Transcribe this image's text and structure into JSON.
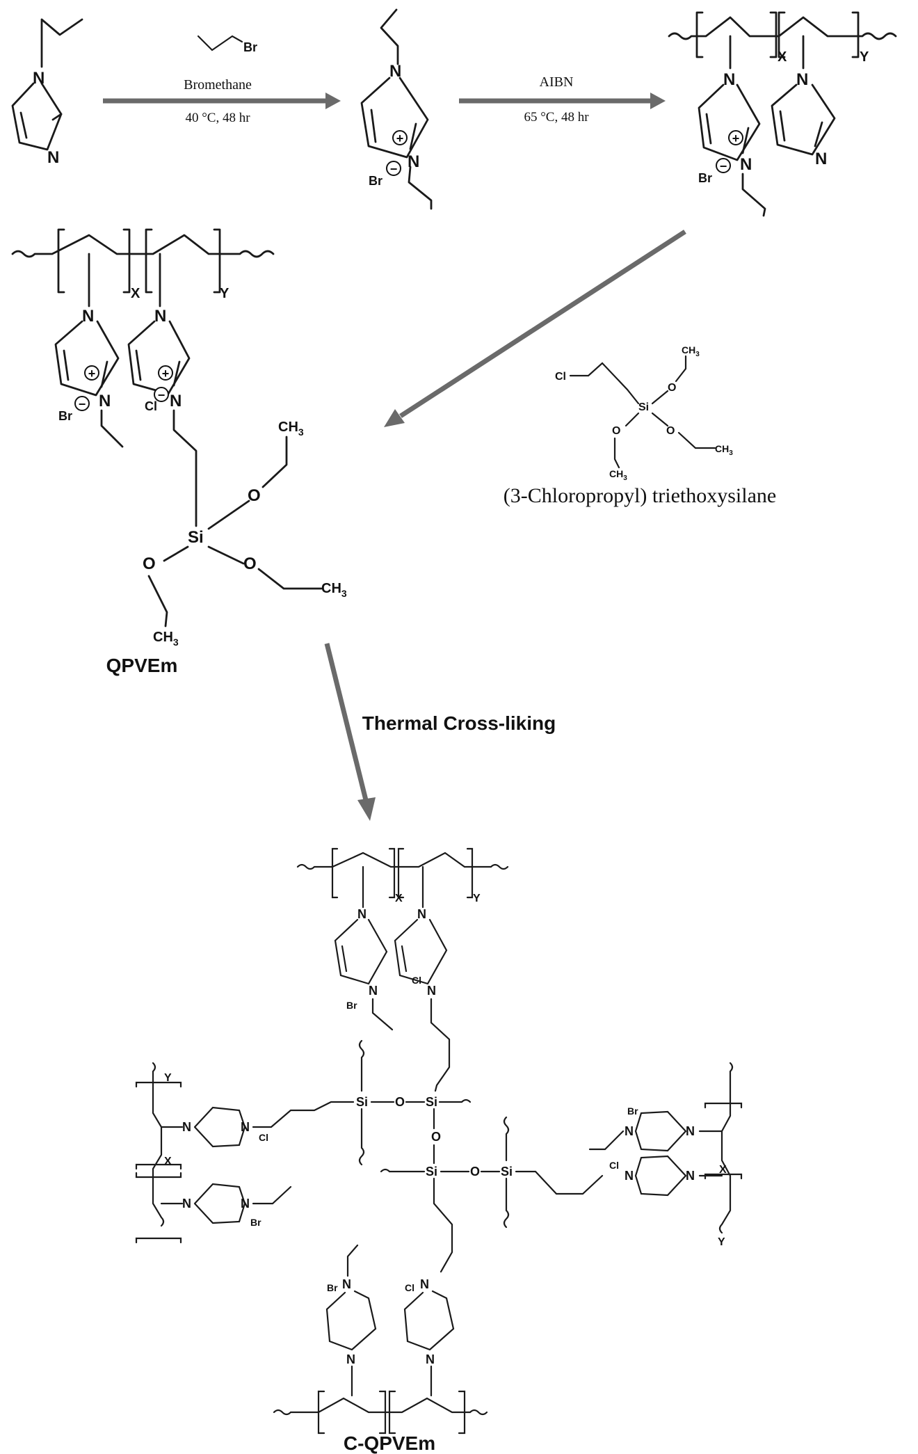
{
  "reagents": {
    "bromethane_label": "Bromethane",
    "bromethane_br": "Br",
    "step1_conditions": "40 °C, 48 hr",
    "aibn_label": "AIBN",
    "step2_conditions": "65 °C, 48 hr",
    "silane_name": "(3-Chloropropyl) triethoxysilane",
    "crosslink_label": "Thermal Cross-liking"
  },
  "products": {
    "qpvem_label": "QPVEm",
    "cqpvem_label": "C-QPVEm"
  },
  "atoms": {
    "N": "N",
    "Br": "Br",
    "Cl": "Cl",
    "Si": "Si",
    "O": "O",
    "CH3": "CH",
    "sub3": "3",
    "X": "X",
    "Y": "Y"
  },
  "colors": {
    "arrow": "#6a6a6a",
    "ink": "#1a1a1a"
  }
}
